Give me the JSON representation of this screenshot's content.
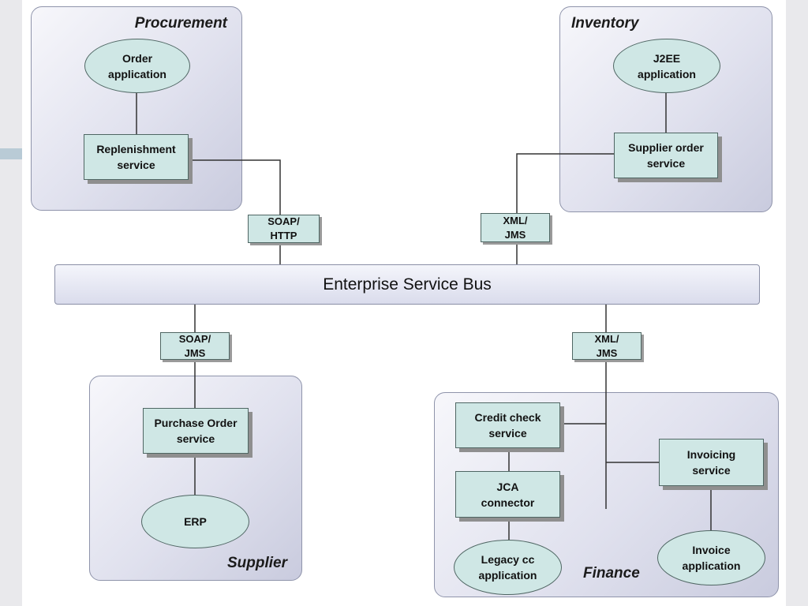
{
  "regions": {
    "procurement": "Procurement",
    "inventory": "Inventory",
    "supplier": "Supplier",
    "finance": "Finance"
  },
  "bus": "Enterprise Service Bus",
  "protocols": {
    "soap_http": "SOAP/\nHTTP",
    "xml_jms_top": "XML/\nJMS",
    "soap_jms": "SOAP/\nJMS",
    "xml_jms_bottom": "XML/\nJMS"
  },
  "applications": {
    "order": "Order\napplication",
    "j2ee": "J2EE\napplication",
    "erp": "ERP",
    "legacy_cc": "Legacy cc\napplication",
    "invoice": "Invoice\napplication"
  },
  "services": {
    "replenishment": "Replenishment\nservice",
    "supplier_order": "Supplier order\nservice",
    "purchase_order": "Purchase Order\nservice",
    "credit_check": "Credit check\nservice",
    "jca_connector": "JCA\nconnector",
    "invoicing": "Invoicing\nservice"
  },
  "colors": {
    "node_fill": "#cfe7e5",
    "node_border": "#4f6663",
    "region_fill": "#e0e1ee",
    "line": "#333333"
  }
}
